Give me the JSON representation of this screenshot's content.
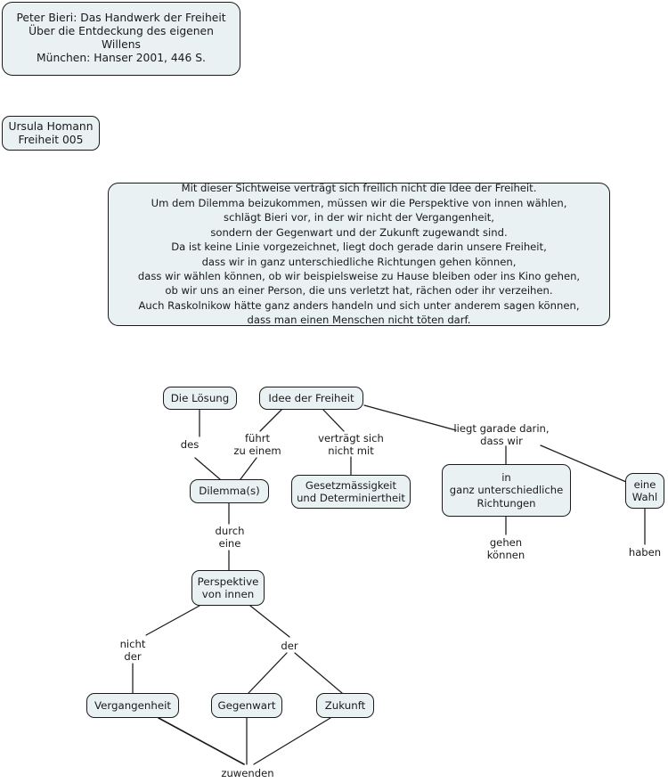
{
  "page": {
    "title": "Peter Bieri: Das Handwerk der Freiheit — Concept Map",
    "background_color": "#ffffff",
    "node_fill_color": "#e9f1f3",
    "node_border_color": "#1b1b1b",
    "text_color": "#1a1a1a"
  },
  "reference_box": {
    "title": "Peter Bieri: Das Handwerk der Freiheit",
    "subtitle": "Über die Entdeckung des eigenen Willens\nMünchen: Hanser 2001, 446 S."
  },
  "author_box": {
    "text": "Ursula Homann\nFreiheit 005"
  },
  "summary_box": {
    "text": "Mit dieser Sichtweise verträgt sich freilich nicht die Idee der Freiheit.\nUm dem Dilemma beizukommen, müssen wir die Perspektive von innen wählen,\nschlägt Bieri vor, in der wir nicht der Vergangenheit,\nsondern der Gegenwart und der Zukunft zugewandt sind.\nDa ist keine Linie vorgezeichnet, liegt doch gerade darin unsere Freiheit,\ndass wir in ganz unterschiedliche Richtungen gehen können,\ndass wir wählen können, ob wir beispielsweise zu Hause bleiben oder ins Kino gehen,\nob wir uns an einer Person, die uns verletzt hat, rächen oder ihr verzeihen.\nAuch Raskolnikow hätte ganz anders handeln und sich unter anderem sagen können,\ndass man einen Menschen nicht töten darf."
  },
  "concept_map": {
    "nodes": [
      {
        "id": "loesung",
        "label": "Die Lösung"
      },
      {
        "id": "idee",
        "label": "Idee der Freiheit"
      },
      {
        "id": "dilemma",
        "label": "Dilemma(s)"
      },
      {
        "id": "gesetz",
        "label": "Gesetzmässigkeit\nund Determiniertheit"
      },
      {
        "id": "richtungen",
        "label": "in\nganz unterschiedliche\nRichtungen"
      },
      {
        "id": "wahl",
        "label": "eine\nWahl"
      },
      {
        "id": "perspektive",
        "label": "Perspektive\nvon innen"
      },
      {
        "id": "vergangenheit",
        "label": "Vergangenheit"
      },
      {
        "id": "gegenwart",
        "label": "Gegenwart"
      },
      {
        "id": "zukunft",
        "label": "Zukunft"
      }
    ],
    "links": [
      {
        "id": "des",
        "label": "des",
        "from": "loesung",
        "to": "dilemma"
      },
      {
        "id": "fuehrt",
        "label": "führt\nzu einem",
        "from": "idee",
        "to": "dilemma"
      },
      {
        "id": "vertraegt",
        "label": "verträgt sich\nnicht mit",
        "from": "idee",
        "to": "gesetz"
      },
      {
        "id": "liegt",
        "label": "liegt garade darin,\ndass wir",
        "from": "idee",
        "to": "richtungen"
      },
      {
        "id": "durch",
        "label": "durch\neine",
        "from": "dilemma",
        "to": "perspektive"
      },
      {
        "id": "gehen",
        "label": "gehen\nkönnen",
        "from": "richtungen",
        "to": ""
      },
      {
        "id": "haben",
        "label": "haben",
        "from": "wahl",
        "to": ""
      },
      {
        "id": "nicht",
        "label": "nicht\nder",
        "from": "perspektive",
        "to": "vergangenheit"
      },
      {
        "id": "der",
        "label": "der",
        "from": "perspektive",
        "to": "gegenwart"
      },
      {
        "id": "zuwenden",
        "label": "zuwenden",
        "from": "gegenwart",
        "to": ""
      }
    ]
  }
}
